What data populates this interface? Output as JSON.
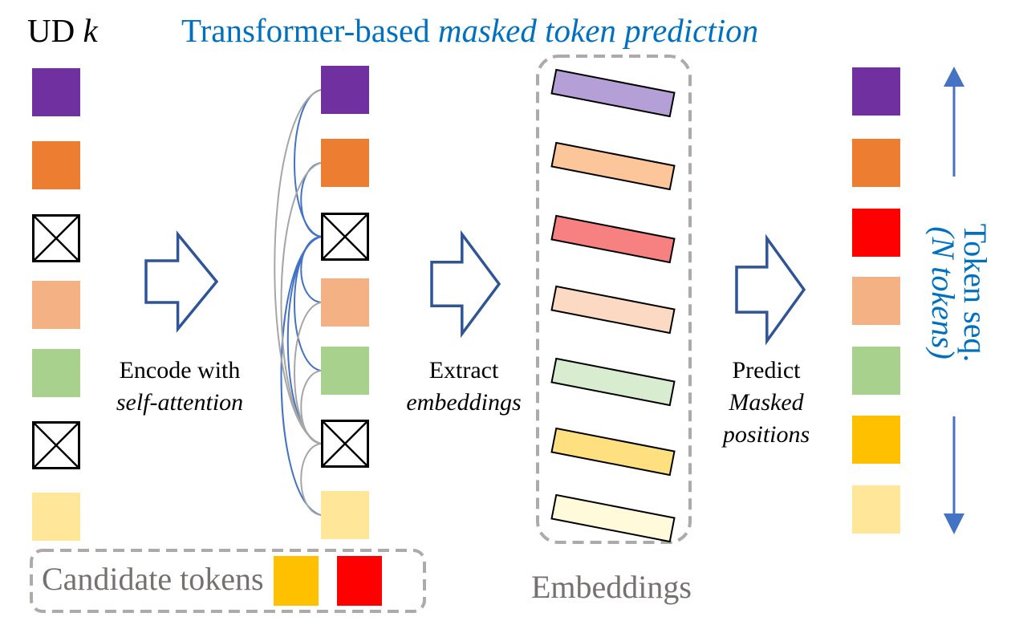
{
  "title": {
    "prefix": "Transformer-based ",
    "emphasis": "masked token prediction",
    "color": "#0070c0"
  },
  "input_label": {
    "prefix": "UD ",
    "variable": "k"
  },
  "columns": {
    "input": [
      "#7030a0",
      "#ed7d31",
      "mask",
      "#f4b183",
      "#a9d18e",
      "mask",
      "#ffe699"
    ],
    "encoded": [
      "#7030a0",
      "#ed7d31",
      "mask",
      "#f4b183",
      "#a9d18e",
      "mask",
      "#ffe699"
    ],
    "output": [
      "#7030a0",
      "#ed7d31",
      "#ff0000",
      "#f4b183",
      "#a9d18e",
      "#ffc000",
      "#ffe699"
    ]
  },
  "embeddings": {
    "colors": [
      "#b4a0d6",
      "#fcc69a",
      "#f78080",
      "#fbd9c3",
      "#d8ecd0",
      "#ffe080",
      "#fffbda"
    ],
    "label": "Embeddings"
  },
  "steps": [
    {
      "line1": "Encode with",
      "line2": "self-attention",
      "line3": ""
    },
    {
      "line1": "Extract",
      "line2": "embeddings",
      "line3": ""
    },
    {
      "line1": "Predict",
      "line2": "Masked",
      "line3": "positions"
    }
  ],
  "candidates": {
    "label": "Candidate tokens",
    "colors": [
      "#ffc000",
      "#ff0000"
    ]
  },
  "sequence_axis": {
    "line1": "Token seq.",
    "line2_open": "(",
    "line2_var": "N",
    "line2_rest": " tokens)",
    "color": "#4472c4"
  },
  "colors": {
    "arrow_outline": "#2f5597",
    "attention_blue": "#4472c4",
    "attention_grey": "#a6a6a6",
    "dashed_border": "#aeaaaa",
    "label_grey": "#767171"
  }
}
